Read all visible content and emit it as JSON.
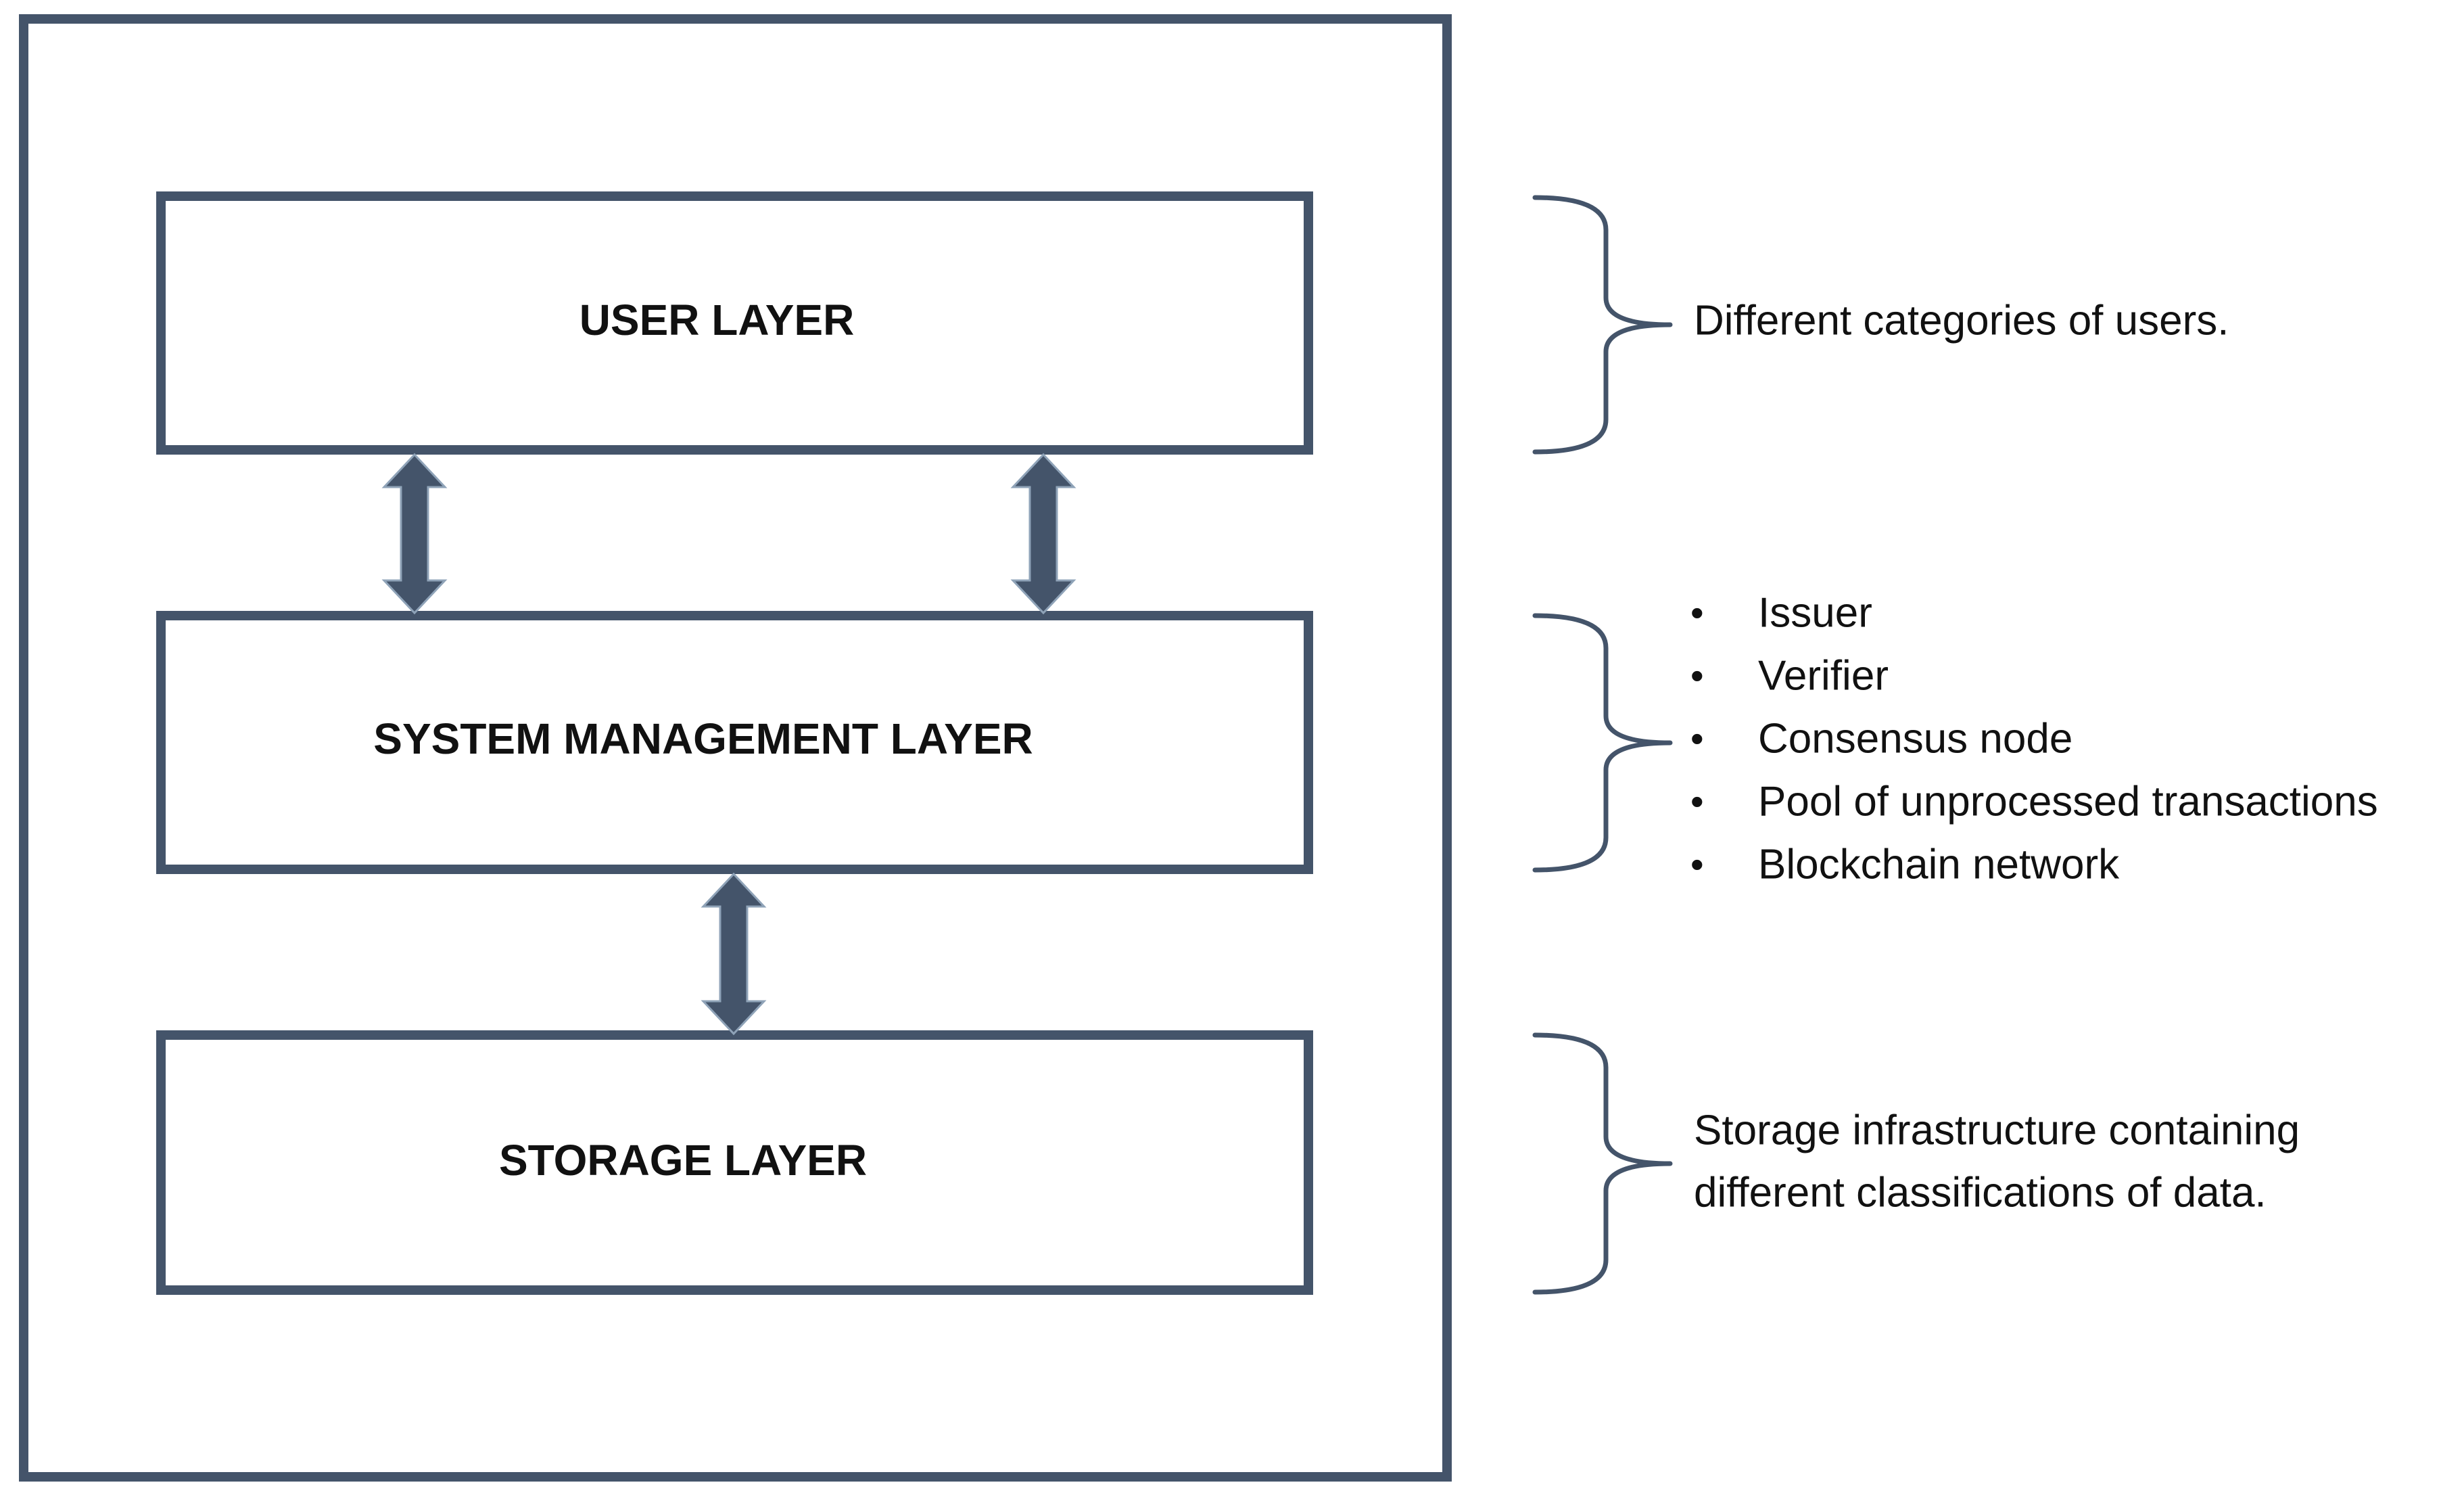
{
  "layers": [
    {
      "label": "USER LAYER"
    },
    {
      "label": "SYSTEM MANAGEMENT LAYER"
    },
    {
      "label": "STORAGE LAYER"
    }
  ],
  "annotations": {
    "user_layer": {
      "lines": [
        "Different categories of users."
      ]
    },
    "system_management_layer": {
      "bullet_symbol": "•",
      "items": [
        "Issuer",
        "Verifier",
        "Consensus node",
        "Pool of unprocessed transactions",
        "Blockchain network"
      ]
    },
    "storage_layer": {
      "lines": [
        "Storage infrastructure containing",
        "different classifications of data."
      ]
    }
  },
  "colors": {
    "stroke": "#44546a",
    "text": "#111111"
  }
}
